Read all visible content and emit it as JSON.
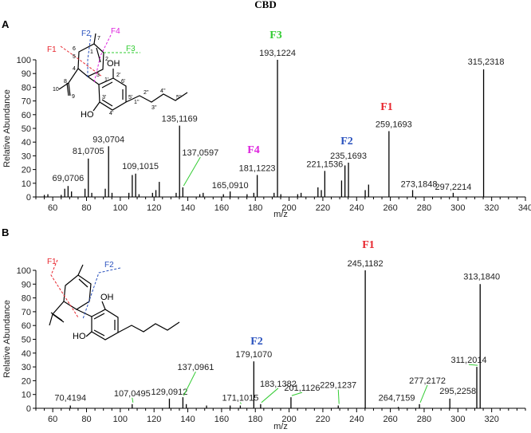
{
  "figure": {
    "title": "CBD",
    "panel_a_label": "A",
    "panel_b_label": "B"
  },
  "structure_a": {
    "atoms": {
      "oh": "OH",
      "ho": "HO"
    },
    "numbering": [
      "1",
      "2",
      "3",
      "4",
      "5",
      "6",
      "7",
      "8",
      "9",
      "10",
      "1'",
      "2'",
      "3'",
      "4'",
      "5'",
      "6'",
      "1''",
      "2''",
      "3''",
      "4''",
      "5''"
    ],
    "fragment_labels": {
      "f1": "F1",
      "f2": "F2",
      "f3": "F3",
      "f4": "F4"
    }
  },
  "structure_b": {
    "atoms": {
      "oh": "OH",
      "ho": "HO"
    },
    "fragment_labels": {
      "f1": "F1",
      "f2": "F2"
    }
  },
  "colors": {
    "F1": "#e8262e",
    "F2": "#2a52be",
    "F3": "#33cc33",
    "F4": "#dd22dd",
    "leader": "#33cc33"
  },
  "chart_data": [
    {
      "type": "bar",
      "panel": "A",
      "xlabel": "m/z",
      "ylabel": "Relative Abundance",
      "xlim": [
        50,
        340
      ],
      "ylim": [
        0,
        100
      ],
      "xticks": [
        60,
        80,
        100,
        120,
        140,
        160,
        180,
        200,
        220,
        240,
        260,
        280,
        300,
        320,
        340
      ],
      "yticks": [
        0,
        10,
        20,
        30,
        40,
        50,
        60,
        70,
        80,
        90,
        100
      ],
      "peaks": [
        {
          "x": 55.0,
          "y": 1.5
        },
        {
          "x": 57.1,
          "y": 2
        },
        {
          "x": 65.0,
          "y": 1.5
        },
        {
          "x": 67.1,
          "y": 6
        },
        {
          "x": 69.0706,
          "y": 8,
          "label": "69,0706"
        },
        {
          "x": 71.1,
          "y": 4
        },
        {
          "x": 79.1,
          "y": 6
        },
        {
          "x": 81.0705,
          "y": 28,
          "label": "81,0705"
        },
        {
          "x": 83.1,
          "y": 3
        },
        {
          "x": 91.1,
          "y": 6
        },
        {
          "x": 93.0704,
          "y": 37,
          "label": "93,0704"
        },
        {
          "x": 95.1,
          "y": 3
        },
        {
          "x": 105.1,
          "y": 3
        },
        {
          "x": 107.1,
          "y": 16
        },
        {
          "x": 109.1015,
          "y": 17,
          "label": "109,1015"
        },
        {
          "x": 111.1,
          "y": 2
        },
        {
          "x": 119.1,
          "y": 3
        },
        {
          "x": 121.1,
          "y": 5
        },
        {
          "x": 123.1,
          "y": 11
        },
        {
          "x": 133.1,
          "y": 3
        },
        {
          "x": 135.1169,
          "y": 52,
          "label": "135,1169"
        },
        {
          "x": 137.0597,
          "y": 7,
          "label": "137,0597",
          "leader": true
        },
        {
          "x": 147.1,
          "y": 2
        },
        {
          "x": 149.1,
          "y": 3
        },
        {
          "x": 161.1,
          "y": 2
        },
        {
          "x": 165.091,
          "y": 4,
          "label": "165,0910"
        },
        {
          "x": 175.1,
          "y": 2
        },
        {
          "x": 179.1,
          "y": 3
        },
        {
          "x": 181.1223,
          "y": 16,
          "label": "181,1223"
        },
        {
          "x": 191.1,
          "y": 3
        },
        {
          "x": 193.1224,
          "y": 100,
          "label": "193,1224"
        },
        {
          "x": 195.1,
          "y": 2
        },
        {
          "x": 205.1,
          "y": 2
        },
        {
          "x": 207.1,
          "y": 3
        },
        {
          "x": 217.1,
          "y": 7
        },
        {
          "x": 219.1,
          "y": 5
        },
        {
          "x": 221.1536,
          "y": 19,
          "label": "221,1536"
        },
        {
          "x": 231.1,
          "y": 12
        },
        {
          "x": 233.1,
          "y": 23
        },
        {
          "x": 235.1693,
          "y": 25,
          "label": "235,1693"
        },
        {
          "x": 245.1,
          "y": 5
        },
        {
          "x": 247.1,
          "y": 9
        },
        {
          "x": 259.1693,
          "y": 48,
          "label": "259,1693"
        },
        {
          "x": 273.1848,
          "y": 5,
          "label": "273,1848"
        },
        {
          "x": 297.2214,
          "y": 3,
          "label": "297,2214"
        },
        {
          "x": 315.2318,
          "y": 93,
          "label": "315,2318"
        }
      ],
      "annotations": [
        {
          "text": "F3",
          "near": "193,1224"
        },
        {
          "text": "F4",
          "near": "181,1223"
        },
        {
          "text": "F2",
          "near": "235,1693"
        },
        {
          "text": "F1",
          "near": "259,1693"
        }
      ]
    },
    {
      "type": "bar",
      "panel": "B",
      "xlabel": "m/z",
      "ylabel": "Relative Abundance",
      "xlim": [
        50,
        340
      ],
      "ylim": [
        0,
        100
      ],
      "xticks": [
        60,
        80,
        100,
        120,
        140,
        160,
        180,
        200,
        220,
        240,
        260,
        280,
        300,
        320
      ],
      "yticks": [
        0,
        10,
        20,
        30,
        40,
        50,
        60,
        70,
        80,
        90,
        100
      ],
      "peaks": [
        {
          "x": 70.4194,
          "y": 2,
          "label": "70,4194"
        },
        {
          "x": 107.0495,
          "y": 3,
          "label": "107,0495",
          "leader": true
        },
        {
          "x": 129.0912,
          "y": 7,
          "label": "129,0912"
        },
        {
          "x": 137.0961,
          "y": 8,
          "label": "137,0961",
          "leader": true
        },
        {
          "x": 139.1,
          "y": 3
        },
        {
          "x": 151.1,
          "y": 2
        },
        {
          "x": 165.1,
          "y": 2
        },
        {
          "x": 171.1015,
          "y": 2,
          "label": "171,1015",
          "leader": true
        },
        {
          "x": 179.107,
          "y": 34,
          "label": "179,1070"
        },
        {
          "x": 183.1382,
          "y": 3,
          "label": "183,1382",
          "leader": true
        },
        {
          "x": 201.1126,
          "y": 8,
          "label": "201,1126",
          "leader": true
        },
        {
          "x": 229.1237,
          "y": 2,
          "label": "229,1237",
          "leader": true
        },
        {
          "x": 245.1182,
          "y": 100,
          "label": "245,1182"
        },
        {
          "x": 264.7159,
          "y": 1,
          "label": "264,7159"
        },
        {
          "x": 277.2172,
          "y": 3,
          "label": "277,2172",
          "leader": true
        },
        {
          "x": 295.2258,
          "y": 7,
          "label": "295,2258"
        },
        {
          "x": 311.2014,
          "y": 30,
          "label": "311,2014",
          "leader": true
        },
        {
          "x": 313.184,
          "y": 90,
          "label": "313,1840"
        }
      ],
      "annotations": [
        {
          "text": "F1",
          "near": "245,1182"
        },
        {
          "text": "F2",
          "near": "179,1070"
        }
      ]
    }
  ]
}
